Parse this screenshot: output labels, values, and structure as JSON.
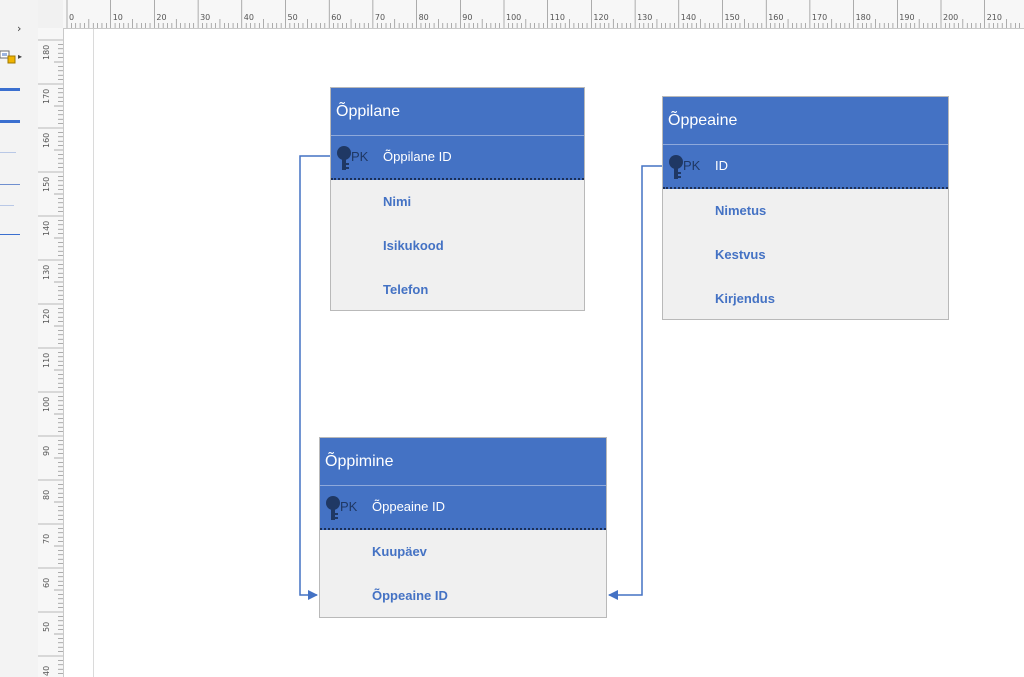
{
  "colors": {
    "entity_header": "#4472c4",
    "attribute_text": "#4472c4",
    "pk_label": "#1f3864",
    "row_bg": "#f0f0f0",
    "connector": "#4472c4"
  },
  "sidebar": {
    "collapse_icon": "chevron-right-icon",
    "shapes_icon": "shapes-stencil-icon"
  },
  "ruler": {
    "top_labels": [
      "0",
      "10",
      "20",
      "30",
      "40",
      "50",
      "60",
      "70",
      "80",
      "90",
      "100",
      "110",
      "120",
      "130",
      "140",
      "150",
      "160",
      "170",
      "180",
      "190",
      "200",
      "210"
    ],
    "left_labels": [
      "180",
      "170",
      "160",
      "150",
      "140",
      "130",
      "120",
      "110",
      "100",
      "90",
      "80",
      "70",
      "60",
      "50",
      "40"
    ]
  },
  "entities": [
    {
      "id": "oppilane",
      "title": "Õppilane",
      "pk_label": "PK",
      "pk_field": "Õppilane ID",
      "fields": [
        "Nimi",
        "Isikukood",
        "Telefon"
      ]
    },
    {
      "id": "oppeaine",
      "title": "Õppeaine",
      "pk_label": "PK",
      "pk_field": "ID",
      "fields": [
        "Nimetus",
        "Kestvus",
        "Kirjendus"
      ]
    },
    {
      "id": "oppimine",
      "title": "Õppimine",
      "pk_label": "PK",
      "pk_field": "Õppeaine ID",
      "fields": [
        "Kuupäev",
        "Õppeaine ID"
      ]
    }
  ],
  "relationships": [
    {
      "from": "Õppilane.Õppilane ID",
      "to": "Õppimine.Õppeaine ID"
    },
    {
      "from": "Õppeaine.ID",
      "to": "Õppimine.Õppeaine ID"
    }
  ]
}
